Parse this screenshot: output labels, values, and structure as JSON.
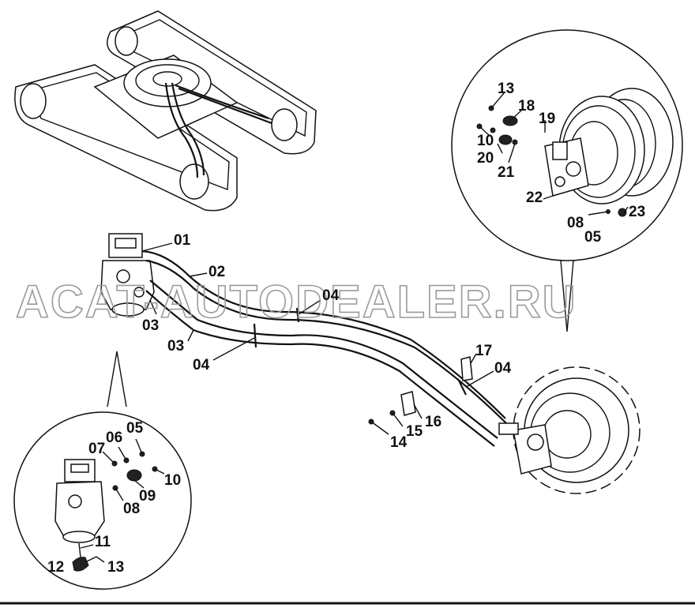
{
  "watermark": "ACAT-AUTODEALER.RU",
  "callouts": [
    {
      "id": "c01",
      "text": "01"
    },
    {
      "id": "c02",
      "text": "02"
    },
    {
      "id": "c03a",
      "text": "03"
    },
    {
      "id": "c03b",
      "text": "03"
    },
    {
      "id": "c04a",
      "text": "04"
    },
    {
      "id": "c04b",
      "text": "04"
    },
    {
      "id": "c04c",
      "text": "04"
    },
    {
      "id": "c13t",
      "text": "13"
    },
    {
      "id": "c18",
      "text": "18"
    },
    {
      "id": "c19",
      "text": "19"
    },
    {
      "id": "c10t",
      "text": "10"
    },
    {
      "id": "c20",
      "text": "20"
    },
    {
      "id": "c21",
      "text": "21"
    },
    {
      "id": "c22",
      "text": "22"
    },
    {
      "id": "c08t",
      "text": "08"
    },
    {
      "id": "c23",
      "text": "23"
    },
    {
      "id": "c05t",
      "text": "05"
    },
    {
      "id": "c17",
      "text": "17"
    },
    {
      "id": "c16",
      "text": "16"
    },
    {
      "id": "c15",
      "text": "15"
    },
    {
      "id": "c14",
      "text": "14"
    },
    {
      "id": "c05b",
      "text": "05"
    },
    {
      "id": "c06",
      "text": "06"
    },
    {
      "id": "c07",
      "text": "07"
    },
    {
      "id": "c09",
      "text": "09"
    },
    {
      "id": "c10b",
      "text": "10"
    },
    {
      "id": "c08b",
      "text": "08"
    },
    {
      "id": "c11",
      "text": "11"
    },
    {
      "id": "c12",
      "text": "12"
    },
    {
      "id": "c13b",
      "text": "13"
    }
  ]
}
